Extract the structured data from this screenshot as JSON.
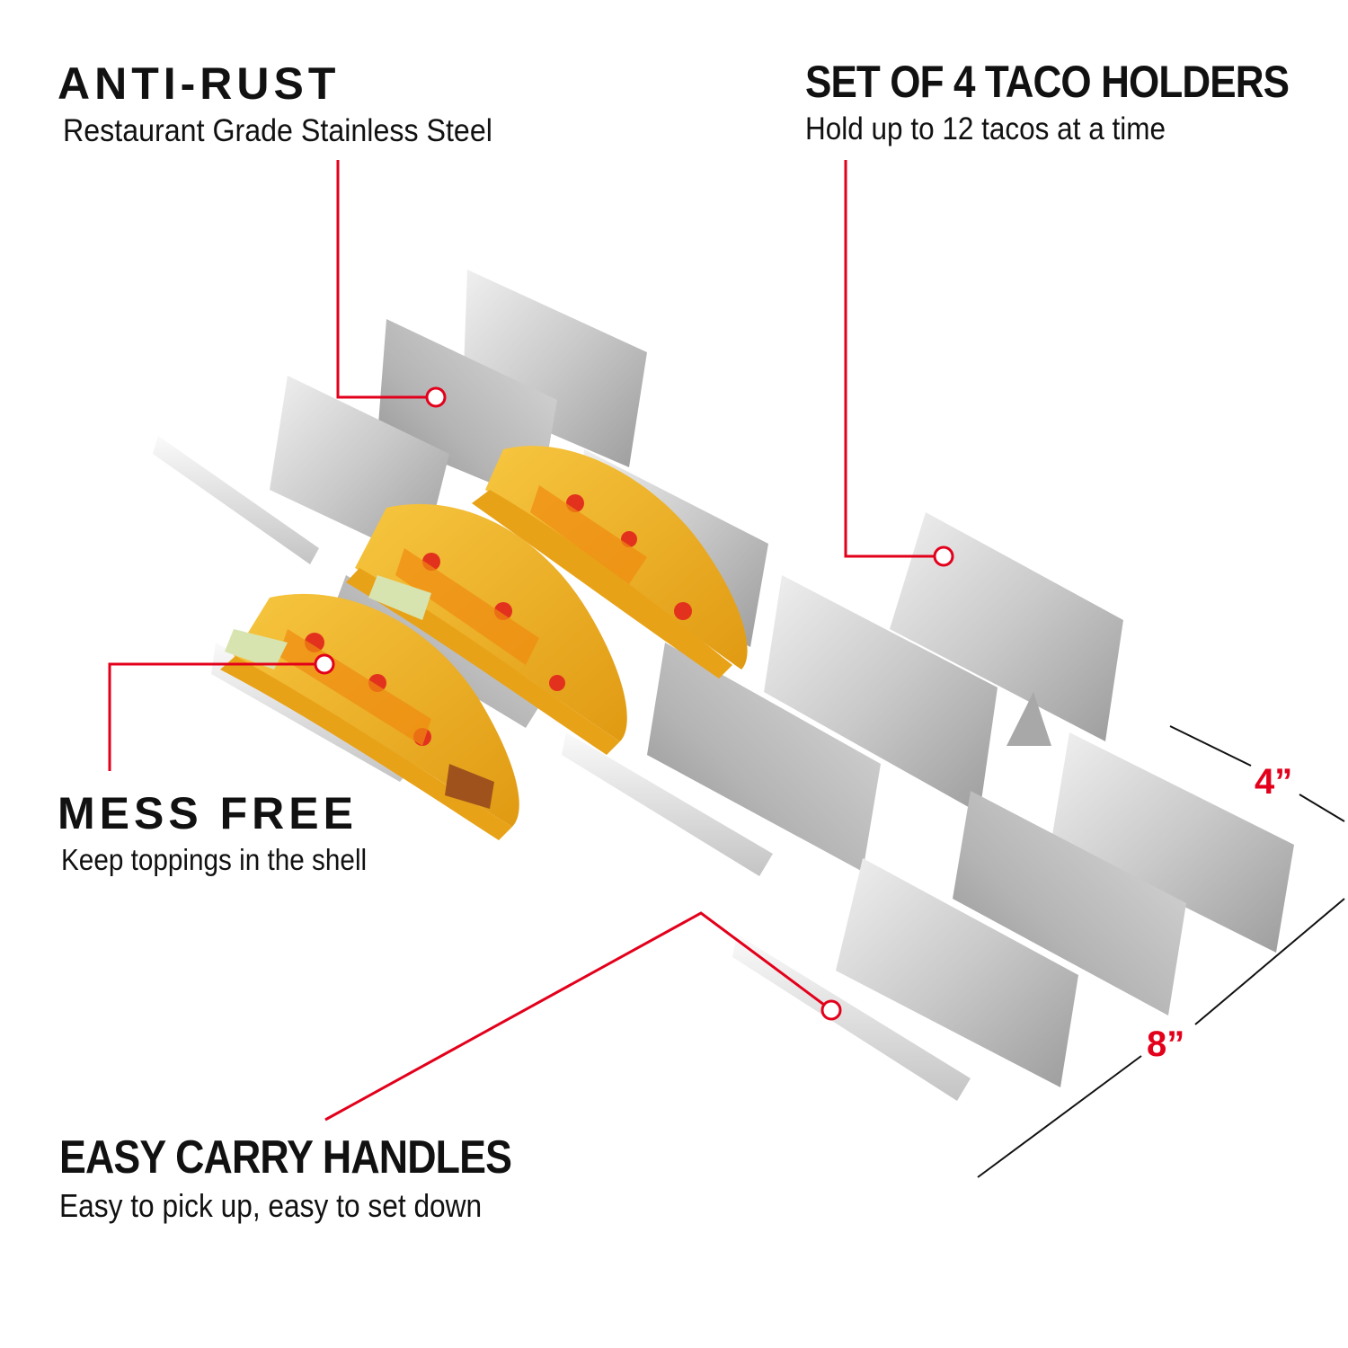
{
  "colors": {
    "accent_red": "#e3001b",
    "steel_light": "#e8e8e8",
    "steel_mid": "#bdbdbd",
    "steel_dark": "#8f8f8f",
    "shell_yellow": "#f2b01e",
    "cheese_orange": "#f08a10",
    "lettuce": "#d8e4b0",
    "tomato": "#e2321e",
    "text": "#111111"
  },
  "callouts": {
    "anti_rust": {
      "title": "ANTI-RUST",
      "subtitle": "Restaurant Grade Stainless Steel"
    },
    "set_of_four": {
      "title": "SET OF 4 TACO HOLDERS",
      "subtitle": "Hold up to 12 tacos at a time"
    },
    "mess_free": {
      "title": "MESS FREE",
      "subtitle": "Keep toppings in the shell"
    },
    "easy_carry": {
      "title": "EASY CARRY HANDLES",
      "subtitle": "Easy to pick up, easy to set down"
    }
  },
  "dimensions": {
    "width_label": "4”",
    "length_label": "8”"
  }
}
